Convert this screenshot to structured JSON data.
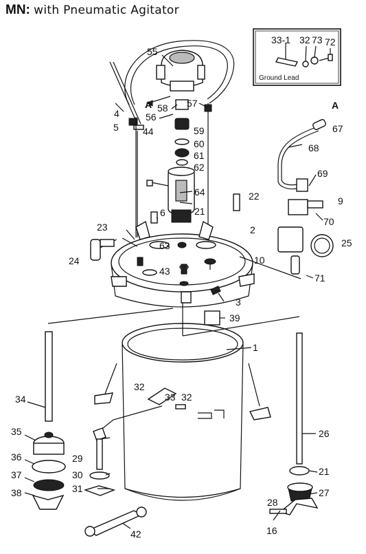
{
  "title": {
    "model": "MN:",
    "text": "with Pneumatic Agitator"
  },
  "inset": {
    "caption": "Ground Lead",
    "labels": [
      "33-1",
      "32",
      "73",
      "72"
    ]
  },
  "callouts": {
    "c55": "55",
    "c4": "4",
    "cA1": "A",
    "c58": "58",
    "c57": "57",
    "c56": "56",
    "c5": "5",
    "c44": "44",
    "c59": "59",
    "c60": "60",
    "c61": "61",
    "c62": "62",
    "c64": "64",
    "c22": "22",
    "c6": "6",
    "c21a": "21",
    "c23": "23",
    "c63": "63",
    "c2": "2",
    "c24": "24",
    "c43": "43",
    "c10": "10",
    "c3": "3",
    "c39": "39",
    "c1": "1",
    "cA2": "A",
    "c67": "67",
    "c68": "68",
    "c69": "69",
    "c9": "9",
    "c70": "70",
    "c25": "25",
    "c71": "71",
    "c34": "34",
    "c35": "35",
    "c36": "36",
    "c37": "37",
    "c38": "38",
    "c32a": "32",
    "c33": "33",
    "c32b": "32",
    "c29": "29",
    "c30": "30",
    "c31": "31",
    "c26": "26",
    "c21b": "21",
    "c27": "27",
    "c28": "28",
    "c16": "16",
    "c42": "42"
  }
}
